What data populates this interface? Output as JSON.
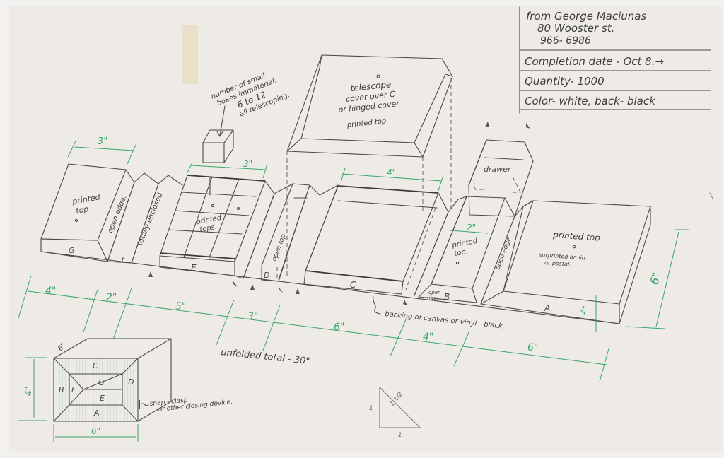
{
  "title_block": {
    "from_line": "from George Maciunas",
    "address_line": "80 Wooster st.",
    "phone_line": "966- 6986",
    "completion": "Completion date - Oct 8.→",
    "quantity": "Quantity- 1000",
    "color": "Color- white, back- black"
  },
  "annotations": {
    "small_boxes_1": "number of small",
    "small_boxes_2": "boxes immaterial.",
    "small_boxes_3": "6 to 12",
    "small_boxes_4": "all telescoping.",
    "cover_1": "telescope",
    "cover_2": "cover over C",
    "cover_3": "or hinged cover",
    "cover_4": "printed top.",
    "g_printed_1": "printed",
    "g_printed_2": "top",
    "open_edge_g": "open edge.",
    "totally_enclosed": "totally enclosed",
    "e_printed_1": "printed",
    "e_printed_2": "tops.",
    "open_top": "open top",
    "drawer": "drawer",
    "b_printed_1": "printed",
    "b_printed_2": "top.",
    "open_edge_b": "open edge",
    "open_side_1": "open",
    "open_side_2": "side.",
    "a_printed": "printed top",
    "a_surprint_1": "surprinted on lid",
    "a_surprint_2": "or postal.",
    "backing": "backing of canvas or vinyl - black.",
    "unfolded_total": "unfolded total - 30\"",
    "snap_clasp_1": "snap - clasp",
    "snap_clasp_2": "or other closing device."
  },
  "panels": {
    "G": "G",
    "F": "F",
    "E": "E",
    "D": "D",
    "C": "C",
    "B": "B",
    "A": "A"
  },
  "dimensions": {
    "g_width": "3\"",
    "e_width": "3\"",
    "c_width": "4\"",
    "b_width": "2\"",
    "a_height": "6\"",
    "a_depth": "1\"",
    "seg_1": "4\"",
    "seg_2": "2\"",
    "seg_3": "5\"",
    "seg_4": "3\"",
    "seg_5": "6\"",
    "seg_6": "4\"",
    "seg_7": "6\""
  },
  "folded_box": {
    "depth": "6\"",
    "height": "4\"",
    "width": "6\"",
    "labels": [
      "C",
      "G",
      "D",
      "B",
      "F",
      "E",
      "A"
    ]
  },
  "triangle": {
    "hyp": "1 1/2",
    "leg_v": "1",
    "leg_h": "1"
  },
  "colors": {
    "paper": "#eeebe6",
    "ink": "#4a4a4a",
    "dimension_green": "#3aa56a",
    "tape": "#e8dfc6"
  }
}
